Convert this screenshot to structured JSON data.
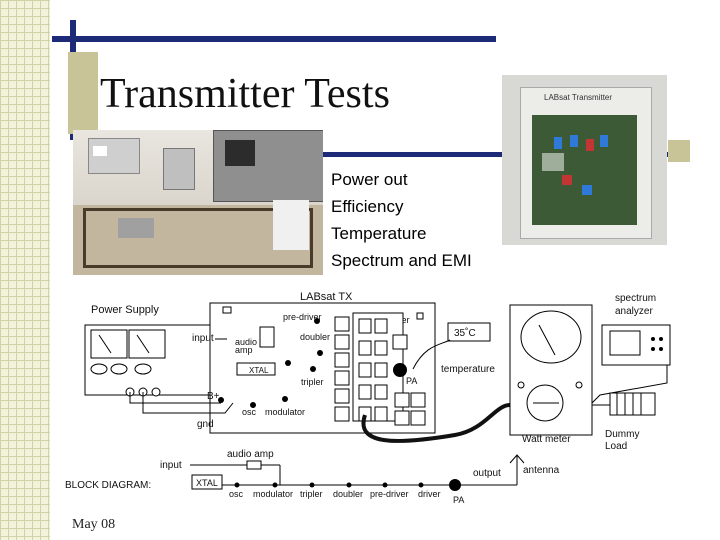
{
  "slide": {
    "title": "Transmitter Tests",
    "bullets": [
      "Power out",
      "Efficiency",
      "Temperature",
      "Spectrum and EMI"
    ],
    "date": "May 08"
  },
  "photo_right": {
    "label": "LABsat Transmitter"
  },
  "diagram": {
    "title": "LABsat  TX",
    "power_supply": "Power Supply",
    "spectrum_analyzer": [
      "spectrum",
      "analyzer"
    ],
    "pre_driver": "pre-driver",
    "driver": "driver",
    "input": "input",
    "audio_amp": [
      "audio",
      "amp"
    ],
    "doubler": "doubler",
    "temp_value": "35˚C",
    "temperature": "temperature",
    "xtal": "XTAL",
    "tripler": "tripler",
    "pa": "PA",
    "b_plus": "B+",
    "osc": "osc",
    "modulator": "modulator",
    "gnd": "gnd",
    "watt_meter": "Watt meter",
    "dummy_load": [
      "Dummy",
      "Load"
    ],
    "antenna": "antenna",
    "block_diagram": {
      "label": "BLOCK DIAGRAM:",
      "input": "input",
      "audio_amp": "audio amp",
      "output": "output",
      "xtal": "XTAL",
      "pa": "PA",
      "chain": [
        "osc",
        "modulator",
        "tripler",
        "doubler",
        "pre-driver",
        "driver"
      ]
    }
  }
}
